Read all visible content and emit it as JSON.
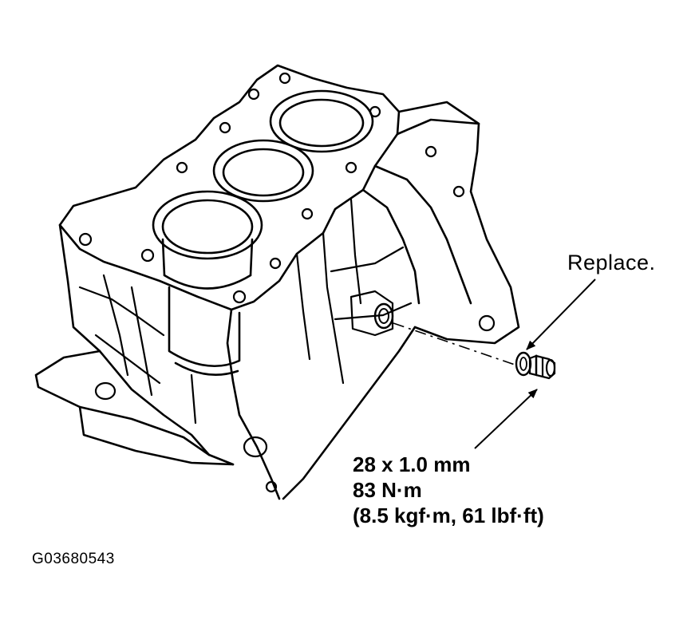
{
  "callouts": {
    "replace": "Replace.",
    "bolt_size": "28 x 1.0 mm",
    "torque_nm": "83 N·m",
    "torque_alt": "(8.5 kgf·m, 61 lbf·ft)"
  },
  "figure_id": "G03680543",
  "icons": {
    "engine_block": "engine-block-illustration",
    "sealing_washer": "sealing-washer-icon",
    "drain_plug": "drain-plug-bolt-icon"
  },
  "colors": {
    "ink": "#000000",
    "background": "#ffffff"
  }
}
